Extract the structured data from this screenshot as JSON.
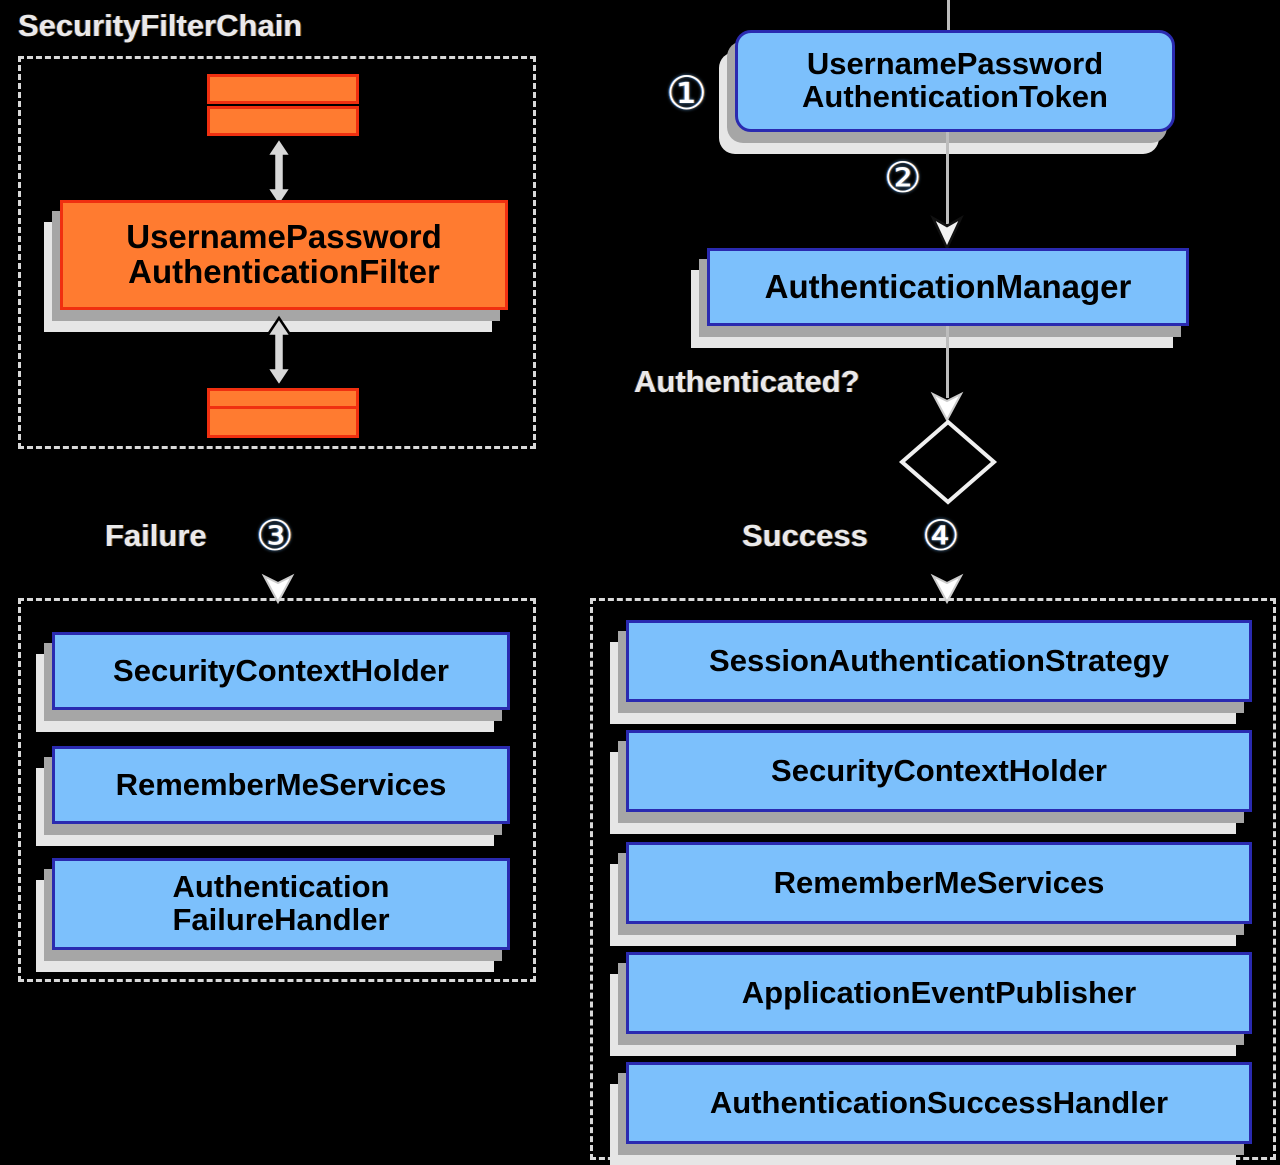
{
  "diagram": {
    "title_text": "SecurityFilterChain",
    "colors": {
      "node_blue_fill": "#7cc0fc",
      "node_blue_border": "#2a2ab0",
      "node_orange_fill": "#ff7b30",
      "node_orange_border": "#f03010",
      "shadow_near": "#a6a6a6",
      "shadow_far": "#e6e6e6",
      "group_border": "#d9d9d9",
      "background": "#000000",
      "label_text": "#eaeaea",
      "badge_text": "#ffffff"
    }
  },
  "groups": {
    "security_filter_chain": {
      "title": "SecurityFilterChain"
    },
    "failure_group": {
      "title": ""
    },
    "success_group": {
      "title": ""
    }
  },
  "labels": {
    "authenticated_question": "Authenticated?",
    "failure": "Failure",
    "success": "Success"
  },
  "badges": {
    "step1": "①",
    "step2": "②",
    "step3": "③",
    "step4": "④"
  },
  "filter_chain": {
    "filter_node": "UsernamePassword\nAuthenticationFilter",
    "filter_node_line1": "UsernamePassword",
    "filter_node_line2": "AuthenticationFilter",
    "bars_above": [
      "",
      ""
    ],
    "bars_below": [
      "",
      ""
    ]
  },
  "auth_flow": {
    "token_line1": "UsernamePassword",
    "token_line2": "AuthenticationToken",
    "manager": "AuthenticationManager"
  },
  "failure_nodes": [
    {
      "label": "SecurityContextHolder"
    },
    {
      "label": "RememberMeServices"
    },
    {
      "label_line1": "Authentication",
      "label_line2": "FailureHandler"
    }
  ],
  "success_nodes": [
    {
      "label": "SessionAuthenticationStrategy"
    },
    {
      "label": "SecurityContextHolder"
    },
    {
      "label": "RememberMeServices"
    },
    {
      "label": "ApplicationEventPublisher"
    },
    {
      "label": "AuthenticationSuccessHandler"
    }
  ]
}
